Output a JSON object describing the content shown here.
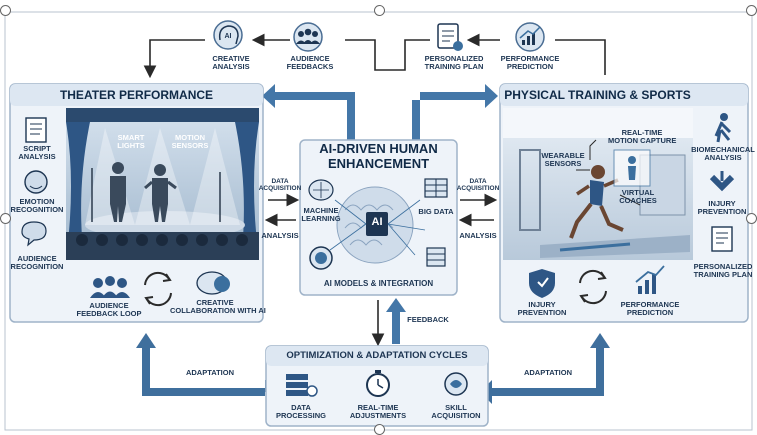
{
  "top": {
    "creative_analysis": "CREATIVE\nANALYSIS",
    "audience_feedbacks": "AUDIENCE\nFEEDBACKS",
    "personalized_training_plan": "PERSONALIZED\nTRAINING PLAN",
    "performance_prediction": "PERFORMANCE\nPREDICTION"
  },
  "theater": {
    "title": "THEATER PERFORMANCE",
    "script_analysis": "SCRIPT\nANALYSIS",
    "emotion_recognition": "EMOTION\nRECOGNITION",
    "audience_recognition": "AUDIENCE\nRECOGNITION",
    "smart_lights": "SMART\nLIGHTS",
    "motion_sensors": "MOTION\nSENSORS",
    "audience_feedback_loop": "AUDIENCE\nFEEDBACK LOOP",
    "creative_collaboration": "CREATIVE\nCOLLABORATION WITH AI"
  },
  "center": {
    "title": "AI-DRIVEN HUMAN\nENHANCEMENT",
    "machine_learning": "MACHINE\nLEARNING",
    "big_data": "BIG DATA",
    "ai_label": "AI",
    "models": "AI MODELS & INTEGRATION"
  },
  "sports": {
    "title": "PHYSICAL TRAINING & SPORTS",
    "realtime_motion_capture": "REAL-TIME\nMOTION CAPTURE",
    "wearable_sensors": "WEARABLE\nSENSORS",
    "virtual_coaches": "VIRTUAL\nCOACHES",
    "biomechanical_analysis": "BIOMECHANICAL\nANALYSIS",
    "injury_prevention_side": "INJURY\nPREVENTION",
    "personalized_training_plan_side": "PERSONALIZED\nTRAINING PLAN",
    "injury_prevention": "INJURY\nPREVENTION",
    "performance_prediction": "PERFORMANCE\nPREDICTION"
  },
  "arrows": {
    "data_acquisition_left": "DATA\nACQUISITION",
    "analysis_left": "ANALYSIS",
    "data_acquisition_right": "DATA\nACQUISITION",
    "analysis_right": "ANALYSIS",
    "feedback": "FEEDBACK",
    "adaptation_left": "ADAPTATION",
    "adaptation_right": "ADAPTATION"
  },
  "optimization": {
    "title": "OPTIMIZATION & ADAPTATION CYCLES",
    "data_processing": "DATA\nPROCESSING",
    "realtime_adjustments": "REAL-TIME\nADJUSTMENTS",
    "skill_acquisition": "SKILL\nACQUISITION"
  },
  "colors": {
    "navy": "#1d3552",
    "panel_fill": "#eef3f9",
    "panel_border": "#9fb3c9",
    "arrow_blue": "#3b6f9e"
  }
}
